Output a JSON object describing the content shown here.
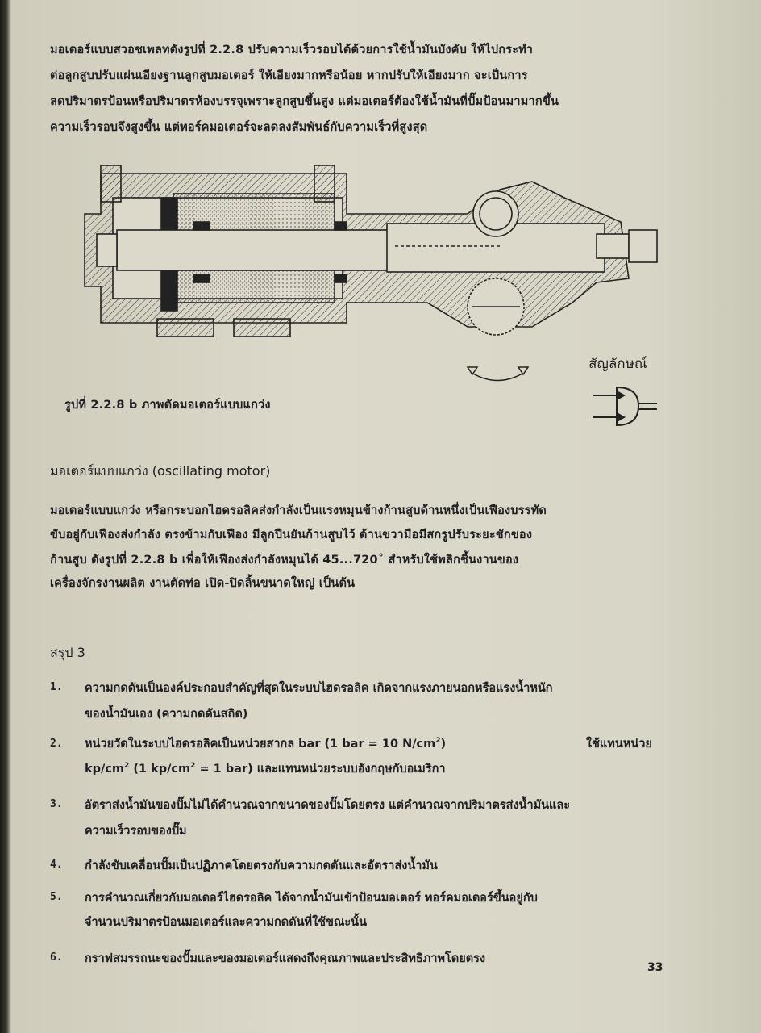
{
  "intro_paragraph": [
    "มอเตอร์แบบสวอชเพลทดังรูปที่ 2.2.8  ปรับความเร็วรอบได้ด้วยการใช้น้ำมันบังคับ ให้ไปกระทำ",
    "ต่อลูกสูบปรับแผ่นเอียงฐานลูกสูบมอเตอร์ ให้เอียงมากหรือน้อย  หากปรับให้เอียงมาก จะเป็นการ",
    "ลดปริมาตรป้อนหรือปริมาตรห้องบรรจุเพราะลูกสูบขึ้นสูง  แต่มอเตอร์ต้องใช้น้ำมันที่ปั๊มป้อนมามากขึ้น",
    "ความเร็วรอบจึงสูงขึ้น  แต่ทอร์คมอเตอร์จะลดลงสัมพันธ์กับความเร็วที่สูงสุด"
  ],
  "figure": {
    "caption": "รูปที่ 2.2.8 b ภาพตัดมอเตอร์แบบแกว่ง",
    "symbol_label": "สัญลักษณ์"
  },
  "section": {
    "heading": "มอเตอร์แบบแกว่ง (oscillating  motor)",
    "paragraph": [
      "มอเตอร์แบบแกว่ง  หรือกระบอกไฮดรอลิคส่งกำลังเป็นแรงหมุนข้างก้านสูบด้านหนึ่งเป็นเฟืองบรรทัด",
      "ขับอยู่กับเฟืองส่งกำลัง ตรงข้ามกับเฟือง  มีลูกปืนยันก้านสูบไว้  ด้านขวามือมีสกรูปรับระยะชักของ",
      "ก้านสูบ ดังรูปที่ 2.2.8 b เพื่อให้เฟืองส่งกำลังหมุนได้ 45...720˚ สำหรับใช้พลิกชิ้นงานของ",
      "เครื่องจักรงานผลิต งานตัดท่อ เปิด-ปิดลิ้นขนาดใหญ่ เป็นต้น"
    ]
  },
  "summary": {
    "heading": "สรุป 3",
    "items": [
      {
        "number": "1.",
        "lines": [
          "ความกดดันเป็นองค์ประกอบสำคัญที่สุดในระบบไฮดรอลิค เกิดจากแรงภายนอกหรือแรงน้ำหนัก",
          "ของน้ำมันเอง (ความกดดันสถิต)"
        ]
      },
      {
        "number": "2.",
        "line1_a": "หน่วยวัดในระบบไฮดรอลิคเป็นหน่วยสากล bar (1 bar = 10 N/cm",
        "line1_sup": "2",
        "line1_b": ")",
        "line1_c": "ใช้แทนหน่วย",
        "line2_a": "kp/cm",
        "line2_sup1": "2",
        "line2_b": " (1 kp/cm",
        "line2_sup2": "2",
        "line2_c": " = 1 bar) และแทนหน่วยระบบอังกฤษกับอเมริกา"
      },
      {
        "number": "3.",
        "lines": [
          "อัตราส่งน้ำมันของปั๊มไม่ได้คำนวณจากขนาดของปั๊มโดยตรง แต่คำนวณจากปริมาตรส่งน้ำมันและ",
          "ความเร็วรอบของปั๊ม"
        ]
      },
      {
        "number": "4.",
        "lines": [
          "กำลังขับเคลื่อนปั๊มเป็นปฏิภาคโดยตรงกับความกดดันและอัตราส่งน้ำมัน"
        ]
      },
      {
        "number": "5.",
        "lines": [
          "การคำนวณเกี่ยวกับมอเตอร์ไฮดรอลิค ได้จากน้ำมันเข้าป้อนมอเตอร์ ทอร์คมอเตอร์ขึ้นอยู่กับ",
          "จำนวนปริมาตรป้อนมอเตอร์และความกดดันที่ใช้ขณะนั้น"
        ]
      },
      {
        "number": "6.",
        "lines": [
          "กราฟสมรรถนะของปั๊มและของมอเตอร์แสดงถึงคุณภาพและประสิทธิภาพโดยตรง"
        ]
      }
    ]
  },
  "page_number": "33"
}
